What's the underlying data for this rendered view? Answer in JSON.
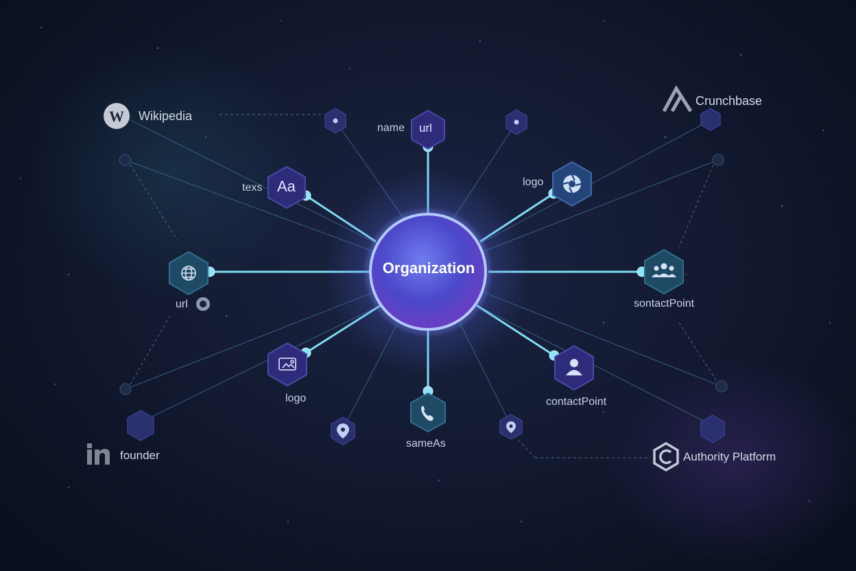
{
  "hub": {
    "label": "Organization"
  },
  "properties": {
    "name": "name",
    "url_top": "url",
    "texs": "texs",
    "texs_icon": "Aa",
    "logo_right": "logo",
    "url_left": "url",
    "contact_right": "sontactPoint",
    "logo_bottom": "logo",
    "sameas": "sameAs",
    "contact_bottom": "contactPoint"
  },
  "sources": {
    "wikipedia": "Wikipedia",
    "crunchbase": "Crunchbase",
    "linkedin": "founder",
    "authority": "Authority Platform"
  },
  "icons": {
    "wikipedia": "wikipedia-logo",
    "crunchbase": "crunchbase-logo",
    "linkedin": "linkedin-logo",
    "authority": "authority-platform-logo",
    "url_left": "globe-icon",
    "logo_right": "aperture-icon",
    "contact_right": "people-group-icon",
    "contact_bottom": "person-icon",
    "sameas": "phone-icon",
    "logo_bottom": "image-link-icon"
  },
  "colors": {
    "background": "#0d1325",
    "connector": "#7fdcf0",
    "hub_fill": "#5b5fe0",
    "hub_ring": "#a9c6ff",
    "node_fill": "#2c2f78",
    "node_teal": "#1f4a66"
  }
}
